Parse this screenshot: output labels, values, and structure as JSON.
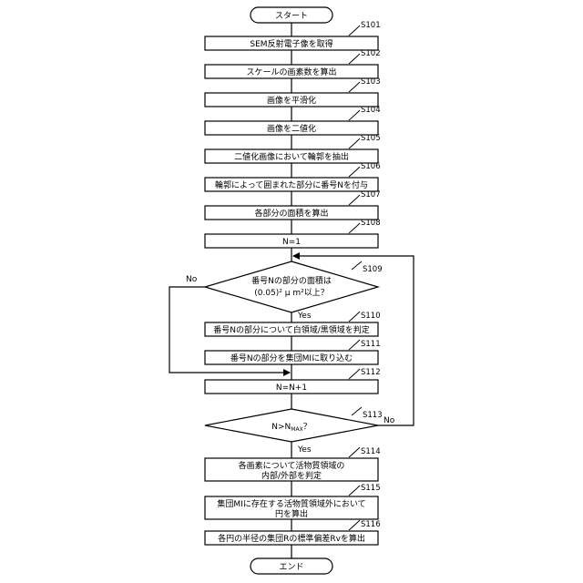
{
  "terminals": {
    "start": "スタート",
    "end": "エンド"
  },
  "steps": {
    "s101": {
      "id": "S101",
      "text": "SEM反射電子像を取得"
    },
    "s102": {
      "id": "S102",
      "text": "スケールの画素数を算出"
    },
    "s103": {
      "id": "S103",
      "text": "画像を平滑化"
    },
    "s104": {
      "id": "S104",
      "text": "画像を二値化"
    },
    "s105": {
      "id": "S105",
      "text": "二値化画像において輪郭を抽出"
    },
    "s106": {
      "id": "S106",
      "text": "輪郭によって囲まれた部分に番号Nを付与"
    },
    "s107": {
      "id": "S107",
      "text": "各部分の面積を算出"
    },
    "s108": {
      "id": "S108",
      "text": "N=1"
    },
    "s109": {
      "id": "S109",
      "line1": "番号Nの部分の面積は",
      "line2": "(0.05)² μ m²以上？"
    },
    "s110": {
      "id": "S110",
      "text": "番号Nの部分について白領域/黒領域を判定"
    },
    "s111": {
      "id": "S111",
      "text": "番号Nの部分を集団MIに取り込む"
    },
    "s112": {
      "id": "S112",
      "text": "N=N+1"
    },
    "s113": {
      "id": "S113",
      "text_main": "N>N",
      "text_sub": "MAX",
      "text_tail": "？"
    },
    "s114": {
      "id": "S114",
      "line1": "各画素について活物質領域の",
      "line2": "内部/外部を判定"
    },
    "s115": {
      "id": "S115",
      "line1": "集団MIに存在する活物質領域外において",
      "line2": "円を算出"
    },
    "s116": {
      "id": "S116",
      "text": "各円の半径の集団Rの標準偏差Rvを算出"
    }
  },
  "branches": {
    "yes": "Yes",
    "no": "No"
  }
}
